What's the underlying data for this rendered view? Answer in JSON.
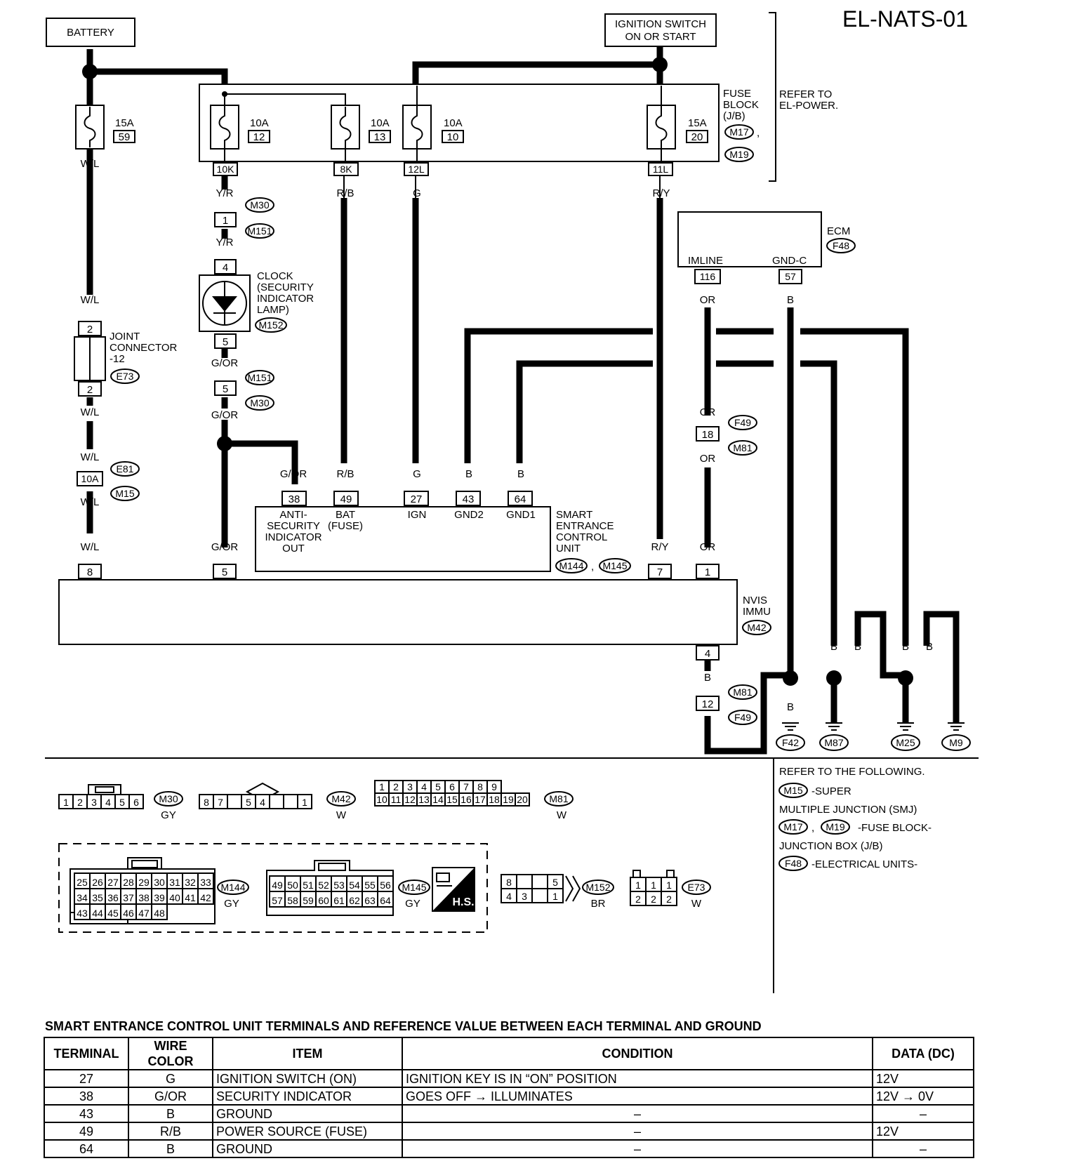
{
  "title": "EL-NATS-01",
  "power": {
    "battery": "BATTERY",
    "ignition_line1": "IGNITION SWITCH",
    "ignition_line2": "ON OR START",
    "fuse_block_label": [
      "FUSE",
      "BLOCK",
      "(J/B)"
    ],
    "refer_to": [
      "REFER TO",
      "EL-POWER."
    ],
    "fuses": [
      {
        "amps": "15A",
        "num": "59"
      },
      {
        "amps": "10A",
        "num": "12"
      },
      {
        "amps": "10A",
        "num": "13"
      },
      {
        "amps": "10A",
        "num": "10"
      },
      {
        "amps": "15A",
        "num": "20"
      }
    ],
    "fuse_terminals": [
      "10K",
      "8K",
      "12L",
      "11L"
    ]
  },
  "connectors": {
    "M17": "M17",
    "M19": "M19",
    "M30": "M30",
    "M151": "M151",
    "M152": "M152",
    "E73": "E73",
    "E81": "E81",
    "M15": "M15",
    "F48": "F48",
    "F49": "F49",
    "M81": "M81",
    "M144": "M144",
    "M145": "M145",
    "M42": "M42",
    "F42": "F42",
    "M87": "M87",
    "M25": "M25",
    "M9": "M9"
  },
  "wire_colors": {
    "WL": "W/L",
    "YR": "Y/R",
    "RB": "R/B",
    "G": "G",
    "RY": "R/Y",
    "GOR": "G/OR",
    "B": "B",
    "OR": "OR"
  },
  "pins": {
    "p1": "1",
    "p2": "2",
    "p4": "4",
    "p5": "5",
    "p7": "7",
    "p8": "8",
    "p10A": "10A",
    "p12": "12",
    "p18": "18",
    "p116": "116",
    "p57": "57",
    "p38": "38",
    "p49": "49",
    "p27": "27",
    "p43": "43",
    "p64": "64"
  },
  "components": {
    "clock": [
      "CLOCK",
      "(SECURITY",
      "INDICATOR",
      "LAMP)"
    ],
    "joint": [
      "JOINT",
      "CONNECTOR",
      "-12"
    ],
    "ecm": "ECM",
    "imline": "IMLINE",
    "gndc": "GND-C",
    "secu": [
      "SMART",
      "ENTRANCE",
      "CONTROL",
      "UNIT"
    ],
    "secu_terms": {
      "anti": [
        "ANTI-",
        "SECURITY",
        "INDICATOR",
        "OUT"
      ],
      "bat": [
        "BAT",
        "(FUSE)"
      ],
      "ign": "IGN",
      "gnd2": "GND2",
      "gnd1": "GND1"
    },
    "nvis": [
      "NVIS",
      "IMMU"
    ]
  },
  "connector_views": {
    "M30": {
      "pins": [
        "1",
        "2",
        "3",
        "4",
        "5",
        "6"
      ],
      "color": "GY"
    },
    "M42": {
      "pins": [
        "8",
        "7",
        "",
        "5",
        "4",
        "",
        "",
        "1"
      ],
      "color": "W"
    },
    "M81": {
      "top": [
        "1",
        "2",
        "3",
        "4",
        "5",
        "6",
        "7",
        "8",
        "9"
      ],
      "bottom": [
        "10",
        "11",
        "12",
        "13",
        "14",
        "15",
        "16",
        "17",
        "18",
        "19",
        "20"
      ],
      "color": "W"
    },
    "M144": {
      "row1": [
        "25",
        "26",
        "27",
        "28",
        "29",
        "30",
        "31",
        "32",
        "33"
      ],
      "row2": [
        "34",
        "35",
        "36",
        "37",
        "38",
        "39",
        "40",
        "41",
        "42"
      ],
      "row3": [
        "43",
        "44",
        "45",
        "46",
        "47",
        "48"
      ],
      "color": "GY"
    },
    "M145": {
      "row1": [
        "49",
        "50",
        "51",
        "52",
        "53",
        "54",
        "55",
        "56"
      ],
      "row2": [
        "57",
        "58",
        "59",
        "60",
        "61",
        "62",
        "63",
        "64"
      ],
      "color": "GY"
    },
    "hs": "H.S.",
    "M152": {
      "row1": [
        "8",
        "",
        "",
        "5"
      ],
      "row2": [
        "4",
        "3",
        "",
        "1"
      ],
      "color": "BR"
    },
    "E73": {
      "row1": [
        "1",
        "1",
        "1"
      ],
      "row2": [
        "2",
        "2",
        "2"
      ],
      "color": "W"
    }
  },
  "refer_following": {
    "heading": "REFER TO THE FOLLOWING.",
    "m15_text": "-SUPER",
    "smj": "MULTIPLE JUNCTION (SMJ)",
    "fuse_text": "-FUSE BLOCK-",
    "jb": "JUNCTION BOX (J/B)",
    "f48_text": "-ELECTRICAL UNITS-"
  },
  "table": {
    "title": "SMART ENTRANCE CONTROL UNIT TERMINALS AND REFERENCE VALUE BETWEEN EACH TERMINAL AND GROUND",
    "headers": [
      "TERMINAL",
      "WIRE COLOR",
      "ITEM",
      "CONDITION",
      "DATA (DC)"
    ],
    "rows": [
      [
        "27",
        "G",
        "IGNITION SWITCH (ON)",
        "IGNITION KEY IS IN “ON” POSITION",
        "12V"
      ],
      [
        "38",
        "G/OR",
        "SECURITY INDICATOR",
        "GOES OFF → ILLUMINATES",
        "12V → 0V"
      ],
      [
        "43",
        "B",
        "GROUND",
        "–",
        "–"
      ],
      [
        "49",
        "R/B",
        "POWER SOURCE (FUSE)",
        "–",
        "12V"
      ],
      [
        "64",
        "B",
        "GROUND",
        "–",
        "–"
      ]
    ]
  }
}
